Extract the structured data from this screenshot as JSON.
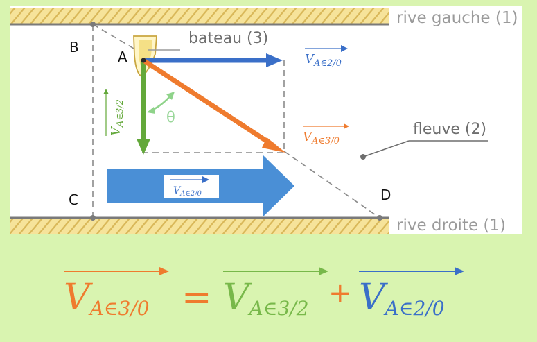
{
  "labels": {
    "rive_gauche": "rive gauche (1)",
    "rive_droite": "rive droite (1)",
    "bateau": "bateau (3)",
    "fleuve": "fleuve (2)",
    "point_a": "A",
    "point_b": "B",
    "point_c": "C",
    "point_d": "D",
    "theta": "θ"
  },
  "vectors": {
    "v_a20": {
      "symbol": "V",
      "subscript": "A∈2/0",
      "color": "#3a6fc8"
    },
    "v_a30": {
      "symbol": "V",
      "subscript": "A∈3/0",
      "color": "#ef7b2e"
    },
    "v_a32": {
      "symbol": "V",
      "subscript": "A∈3/2",
      "color": "#63a83a"
    },
    "current": {
      "symbol": "V",
      "subscript": "A∈2/0",
      "color": "#4a8fd6"
    }
  },
  "equation": {
    "lhs": {
      "symbol": "V",
      "subscript": "A∈3/0",
      "color": "#ef7b2e"
    },
    "equals": "=",
    "term1": {
      "symbol": "V",
      "subscript": "A∈3/2",
      "color": "#78b84a"
    },
    "plus": "+",
    "term2": {
      "symbol": "V",
      "subscript": "A∈2/0",
      "color": "#3a6fc8"
    }
  },
  "colors": {
    "background": "#d9f4b0",
    "river": "#ffffff",
    "bank": "#f6e39a",
    "bank_hatch": "#d9b85a",
    "dashed": "#8a8a8a"
  }
}
